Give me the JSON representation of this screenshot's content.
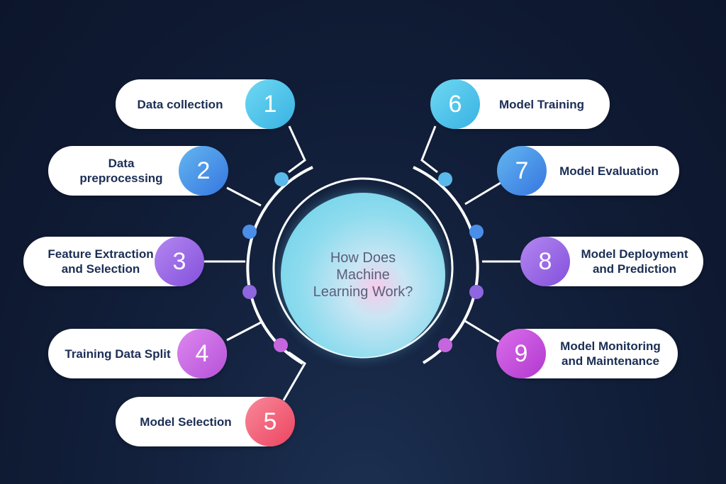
{
  "center": {
    "title": "How Does\nMachine\nLearning Work?"
  },
  "steps": [
    {
      "number": "1",
      "label": "Data collection",
      "color": "#4fc3e8"
    },
    {
      "number": "2",
      "label": "Data\npreprocessing",
      "color": "#3f8ee6"
    },
    {
      "number": "3",
      "label": "Feature Extraction\nand Selection",
      "color": "#9b6ae8"
    },
    {
      "number": "4",
      "label": "Training Data Split",
      "color": "#c869e6"
    },
    {
      "number": "5",
      "label": "Model Selection",
      "color": "#f0566c"
    },
    {
      "number": "6",
      "label": "Model Training",
      "color": "#4fc3e8"
    },
    {
      "number": "7",
      "label": "Model Evaluation",
      "color": "#3f8ee6"
    },
    {
      "number": "8",
      "label": "Model Deployment\nand Prediction",
      "color": "#9b6ae8"
    },
    {
      "number": "9",
      "label": "Model Monitoring\nand Maintenance",
      "color": "#c04fd8"
    }
  ],
  "theme": {
    "background": "#0f1a33",
    "ring": "#ffffff",
    "text": "#1b2e55"
  }
}
